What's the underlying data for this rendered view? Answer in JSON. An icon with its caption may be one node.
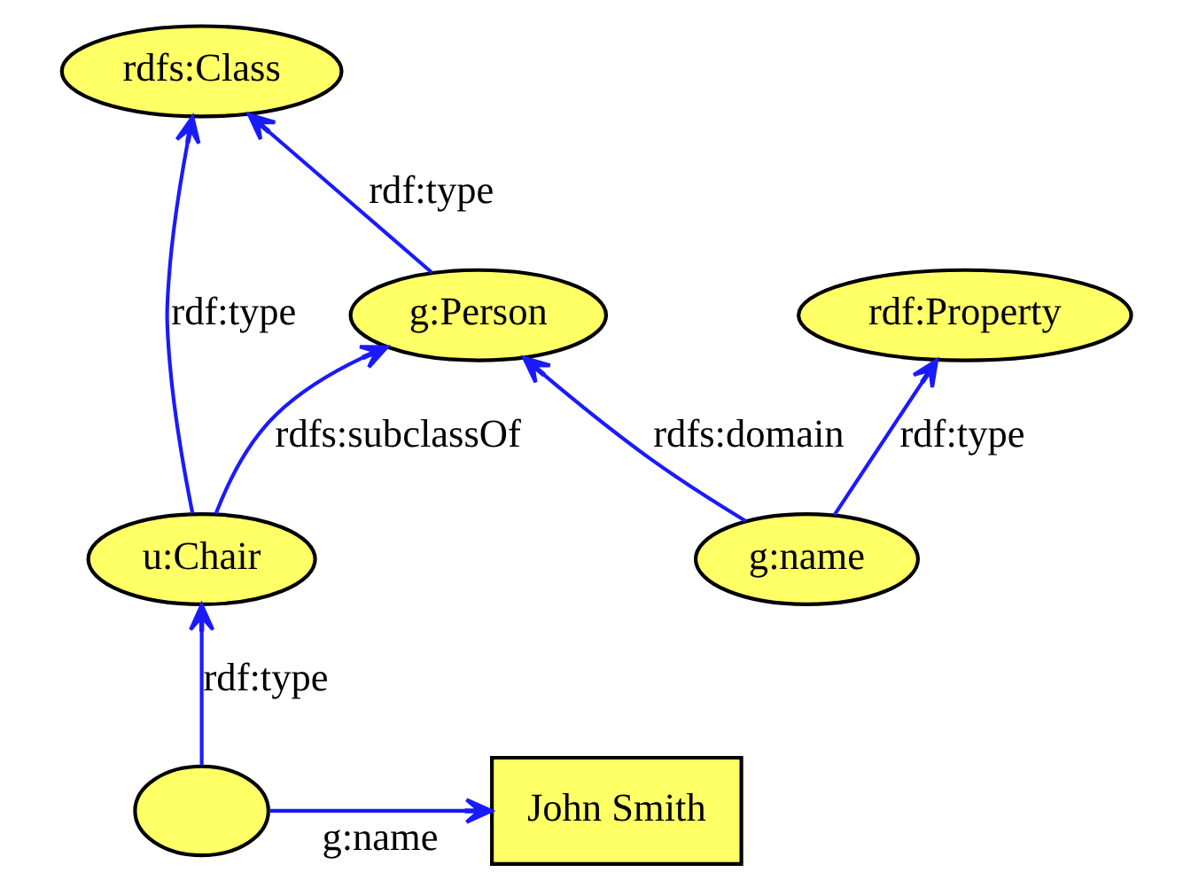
{
  "diagram": {
    "nodes": [
      {
        "text": [
          "rdfs:Class"
        ]
      },
      {
        "text": [
          "rdf:Property"
        ]
      },
      {
        "text": [
          "g:Person"
        ]
      },
      {
        "text": [
          "u:Chair"
        ]
      },
      {
        "text": [
          "g:name"
        ]
      },
      {
        "text": [],
        "shape": "ellipse"
      },
      {
        "text": [
          "John Smith"
        ]
      }
    ],
    "edges": [
      {
        "from": 3,
        "to": 0,
        "arrow": "to",
        "label": "rdf:type"
      },
      {
        "from": 2,
        "to": 0,
        "arrow": "to",
        "label": "rdf:type"
      },
      {
        "from": 4,
        "to": 1,
        "arrow": "to",
        "label": "rdf:type"
      },
      {
        "from": 3,
        "to": 2,
        "arrow": "to",
        "label": "rdfs:subclassOf"
      },
      {
        "from": 4,
        "to": 2,
        "arrow": "to",
        "label": "rdfs:domain"
      },
      {
        "from": 5,
        "to": 3,
        "arrow": "to",
        "label": "rdf:type"
      },
      {
        "from": 5,
        "to": 6,
        "arrow": "to",
        "label": "g:name"
      }
    ]
  }
}
